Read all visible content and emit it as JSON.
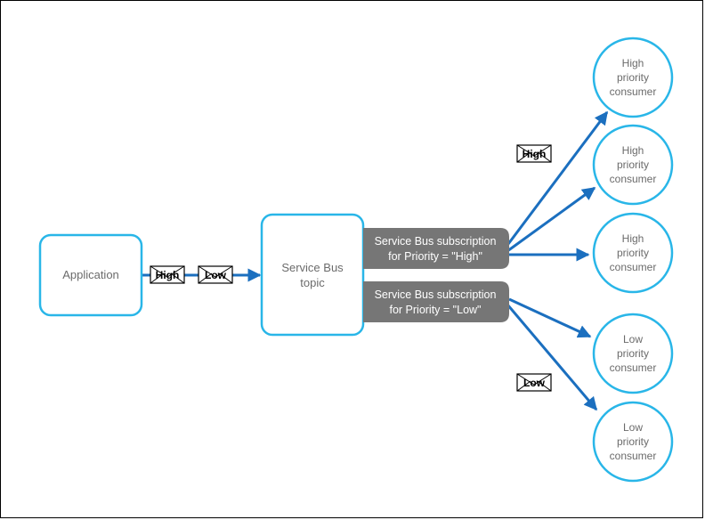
{
  "application": {
    "label": "Application"
  },
  "topic": {
    "line1": "Service Bus",
    "line2": "topic"
  },
  "subscriptions": [
    {
      "line1": "Service Bus subscription",
      "line2": "for Priority = \"High\""
    },
    {
      "line1": "Service Bus subscription",
      "line2": "for Priority = \"Low\""
    }
  ],
  "messages": {
    "high": "High",
    "low": "Low"
  },
  "consumers": [
    {
      "line1": "High",
      "line2": "priority",
      "line3": "consumer"
    },
    {
      "line1": "High",
      "line2": "priority",
      "line3": "consumer"
    },
    {
      "line1": "High",
      "line2": "priority",
      "line3": "consumer"
    },
    {
      "line1": "Low",
      "line2": "priority",
      "line3": "consumer"
    },
    {
      "line1": "Low",
      "line2": "priority",
      "line3": "consumer"
    }
  ],
  "colors": {
    "box_border": "#29b6e8",
    "arrow": "#1b6fbf",
    "subscription_fill": "#767676"
  }
}
